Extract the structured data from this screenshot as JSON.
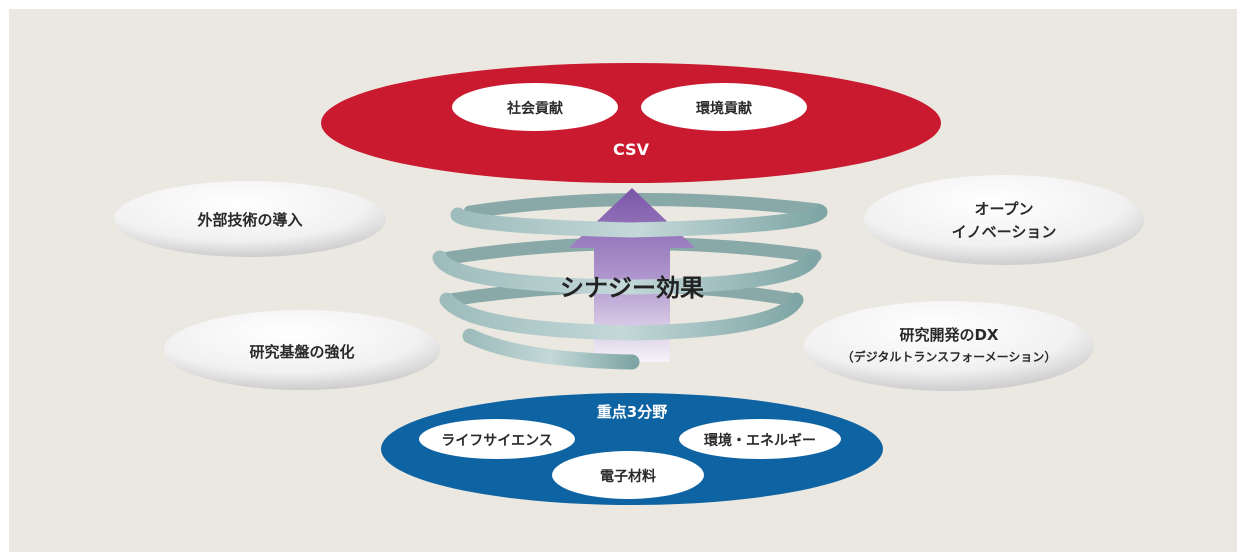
{
  "csv": {
    "title": "CSV",
    "items": [
      "社会貢献",
      "環境貢献"
    ]
  },
  "center": {
    "label": "シナジー効果"
  },
  "pillars": {
    "left_top": "外部技術の導入",
    "left_bottom": "研究基盤の強化",
    "right_top_line1": "オープン",
    "right_top_line2": "イノベーション",
    "right_bottom_line1": "研究開発のDX",
    "right_bottom_line2": "（デジタルトランスフォーメーション）"
  },
  "focus": {
    "title": "重点3分野",
    "items": [
      "ライフサイエンス",
      "環境・エネルギー",
      "電子材料"
    ]
  },
  "colors": {
    "background": "#ebe7e1",
    "csv_red": "#c91a30",
    "focus_blue": "#0e63a3",
    "spiral": "#8fb3b3",
    "arrow_top": "#7a55a8"
  }
}
